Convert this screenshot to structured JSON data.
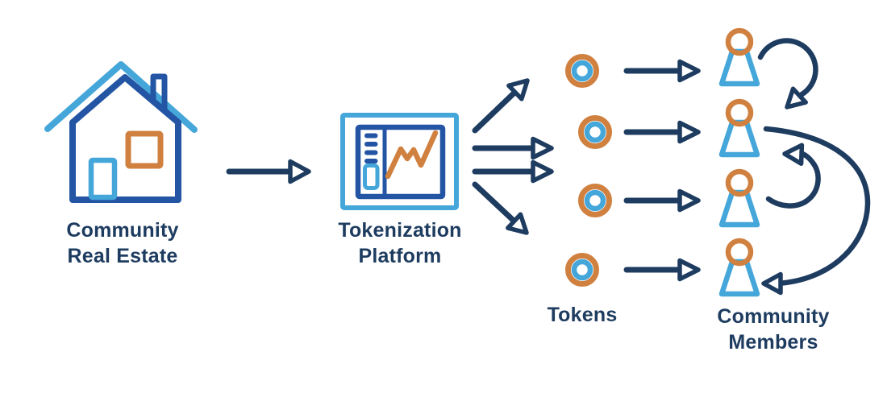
{
  "diagram": {
    "type": "flow-infographic",
    "background": "#ffffff",
    "colors": {
      "navy": "#1e3c60",
      "royal_blue": "#2355a4",
      "light_blue": "#45a6da",
      "orange": "#d0803f",
      "white": "#ffffff"
    },
    "nodes": [
      {
        "id": "community-real-estate",
        "icon": "house-icon",
        "label": "Community Real Estate",
        "label_lines": [
          "Community",
          "Real Estate"
        ]
      },
      {
        "id": "tokenization-platform",
        "icon": "trading-dashboard-icon",
        "label": "Tokenization Platform",
        "label_lines": [
          "Tokenization",
          "Platform"
        ]
      },
      {
        "id": "tokens",
        "icon": "token-coin-icon",
        "count": 4,
        "label": "Tokens",
        "label_lines": [
          "Tokens"
        ]
      },
      {
        "id": "community-members",
        "icon": "person-icon",
        "count": 4,
        "label": "Community Members",
        "label_lines": [
          "Community",
          "Members"
        ]
      }
    ],
    "edges": [
      {
        "from": "community-real-estate",
        "to": "tokenization-platform",
        "style": "straight-arrow"
      },
      {
        "from": "tokenization-platform",
        "to": "tokens",
        "style": "fan-arrows",
        "count": 4
      },
      {
        "from": "tokens",
        "to": "community-members",
        "style": "straight-arrows",
        "count": 4
      },
      {
        "from": "member-1",
        "to": "member-2",
        "style": "curved-arrow"
      },
      {
        "from": "member-3",
        "to": "member-2",
        "style": "curved-arrow"
      },
      {
        "from": "member-2",
        "to": "member-4",
        "style": "curved-arrow"
      }
    ]
  }
}
